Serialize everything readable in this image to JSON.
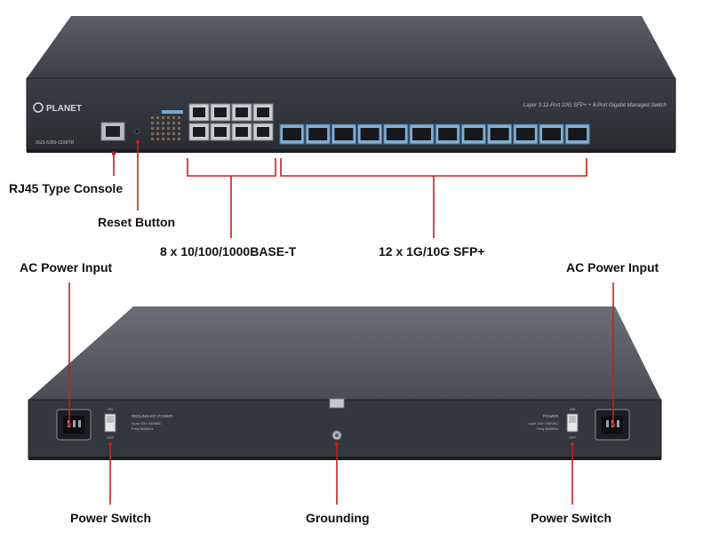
{
  "device": {
    "brand": "PLANET",
    "model": "XGS-6350-12X8TR",
    "description": "Layer 3 12-Port 10G SFP+ + 8-Port Gigabit Managed Switch"
  },
  "front_labels": {
    "console": "RJ45 Type Console",
    "reset": "Reset Button",
    "rj45": "8 x 10/100/1000BASE-T",
    "sfp": "12 x 1G/10G SFP+"
  },
  "rear_labels": {
    "ac_left": "AC Power Input",
    "ac_right": "AC Power Input",
    "switch_left": "Power Switch",
    "grounding": "Grounding",
    "switch_right": "Power Switch"
  },
  "rear_panel": {
    "redundant_power": "REDUNDANT POWER",
    "left_input": "Input 100~240VAC",
    "left_freq": "Freq 50/60Hz",
    "power": "POWER",
    "right_input": "Input 100~240VAC",
    "right_freq": "Freq 50/60Hz",
    "on": "ON",
    "off": "OFF"
  },
  "colors": {
    "callout": "#c81e1e",
    "chassis": "#3a3d44",
    "sfp_accent": "#7fb0d8"
  }
}
